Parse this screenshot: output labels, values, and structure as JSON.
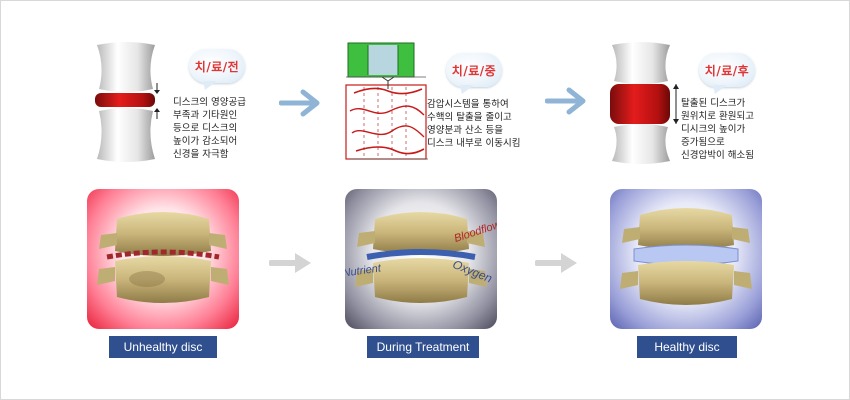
{
  "stages": [
    {
      "bubble": "치/료/전",
      "description": "디스크의 영양공급\n부족과 기타원인\n등으로 디스크의\n높이가 감소되어\n신경을 자극함",
      "caption": "Unhealthy disc"
    },
    {
      "bubble": "치/료/중",
      "description": "감압시스템을 통하여\n수핵의 탈출을 줄이고\n영양분과 산소 등을\n디스크 내부로 이동시킴",
      "caption": "During Treatment",
      "photo_labels": [
        "Nutrient",
        "Bloodflow",
        "Oxygen"
      ]
    },
    {
      "bubble": "치/료/후",
      "description": "탈출된 디스크가\n원위치로 환원되고\n디시크의 높이가\n증가됨으로\n신경압박이 해소됨",
      "caption": "Healthy disc"
    }
  ],
  "colors": {
    "caption_bg": "#2f4f8f",
    "bubble_text": "#e03535",
    "arrow_blue": "#8fb4d6",
    "arrow_gray": "#d4d4d4"
  }
}
